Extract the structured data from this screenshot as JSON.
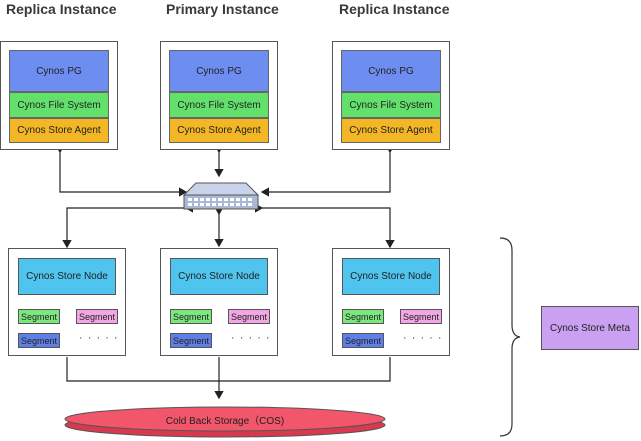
{
  "instances": [
    {
      "title": "Replica Instance",
      "layers": [
        "Cynos PG",
        "Cynos File System",
        "Cynos Store Agent"
      ]
    },
    {
      "title": "Primary Instance",
      "layers": [
        "Cynos PG",
        "Cynos File System",
        "Cynos Store Agent"
      ]
    },
    {
      "title": "Replica Instance",
      "layers": [
        "Cynos PG",
        "Cynos File System",
        "Cynos Store Agent"
      ]
    }
  ],
  "store_nodes": [
    {
      "label": "Cynos Store Node",
      "segments": [
        "Segment",
        "Segment",
        "Segment"
      ],
      "ellipsis": "· · · · ·"
    },
    {
      "label": "Cynos Store Node",
      "segments": [
        "Segment",
        "Segment",
        "Segment"
      ],
      "ellipsis": "· · · · ·"
    },
    {
      "label": "Cynos Store Node",
      "segments": [
        "Segment",
        "Segment",
        "Segment"
      ],
      "ellipsis": "· · · · ·"
    }
  ],
  "meta": {
    "label": "Cynos Store Meta"
  },
  "storage": {
    "label": "Cold Back Storage（COS)"
  },
  "colors": {
    "pg": "#6d8ef0",
    "fs": "#63e06b",
    "agent": "#f3b624",
    "store_node": "#4fc4ee",
    "segment_green": "#7be87f",
    "segment_pink": "#f2a6e6",
    "segment_blue": "#5f7fe6",
    "meta": "#c9a0f2",
    "storage": "#f2566a",
    "switch": "#a9b8d6"
  },
  "icons": [
    "network-switch-icon"
  ]
}
